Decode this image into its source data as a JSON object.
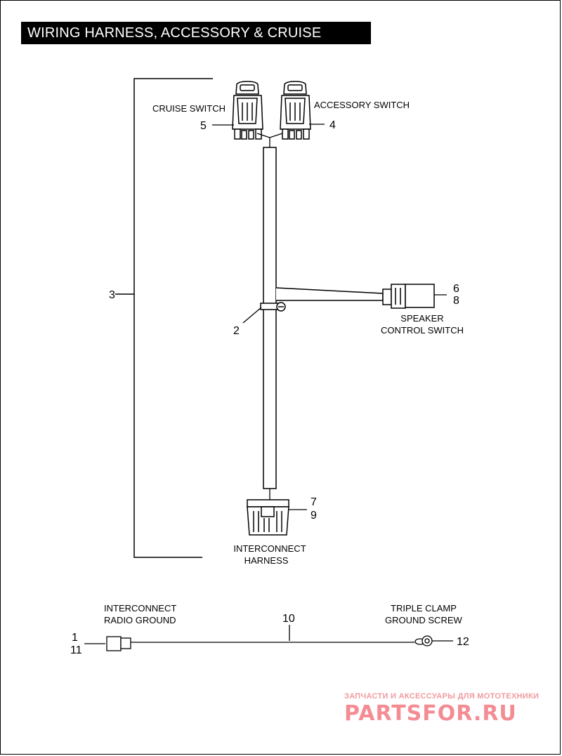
{
  "title": "WIRING HARNESS, ACCESSORY & CRUISE",
  "labels": {
    "cruise_switch": "CRUISE SWITCH",
    "accessory_switch": "ACCESSORY SWITCH",
    "speaker_line1": "SPEAKER",
    "speaker_line2": "CONTROL SWITCH",
    "interconnect_harness_line1": "INTERCONNECT",
    "interconnect_harness_line2": "HARNESS",
    "radio_ground_line1": "INTERCONNECT",
    "radio_ground_line2": "RADIO GROUND",
    "triple_clamp_line1": "TRIPLE CLAMP",
    "triple_clamp_line2": "GROUND SCREW"
  },
  "callouts": {
    "c1": "1",
    "c2": "2",
    "c3": "3",
    "c4": "4",
    "c5": "5",
    "c6": "6",
    "c7": "7",
    "c8": "8",
    "c9": "9",
    "c10": "10",
    "c11": "11",
    "c12": "12"
  },
  "watermark": {
    "tagline": "ЗАПЧАСТИ И АКСЕССУАРЫ ДЛЯ МОТОТЕХНИКИ",
    "brand": "PARTSFOR.RU"
  }
}
